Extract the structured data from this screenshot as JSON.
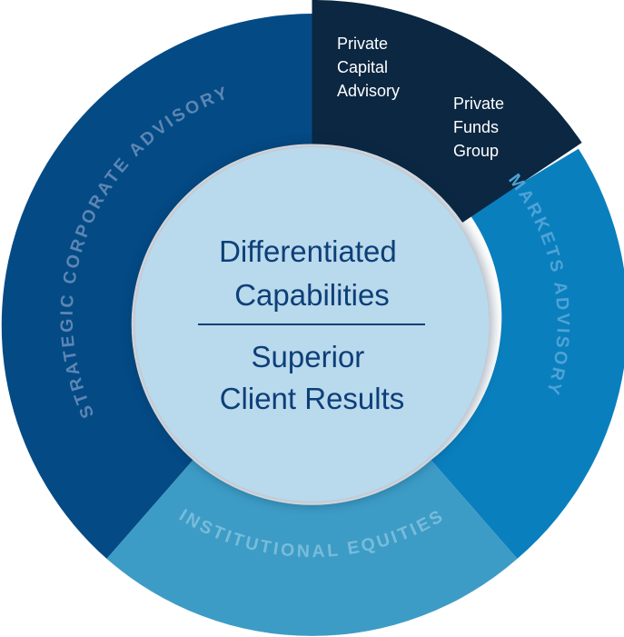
{
  "diagram": {
    "segments": [
      {
        "id": "strategic",
        "label": "STRATEGIC CORPORATE ADVISORY",
        "color": "#044a85",
        "label_color": "#5c86b3"
      },
      {
        "id": "markets",
        "label": "MARKETS ADVISORY",
        "color": "#0a7fbe",
        "label_color": "#4ea3d6"
      },
      {
        "id": "institutional",
        "label": "INSTITUTIONAL EQUITIES",
        "color": "#3d9cc6",
        "label_color": "#78bcdb"
      },
      {
        "id": "private",
        "color": "#0b2741",
        "items": [
          {
            "lines": [
              "Private",
              "Capital",
              "Advisory"
            ]
          },
          {
            "lines": [
              "Private",
              "Funds",
              "Group"
            ]
          }
        ]
      }
    ],
    "center": {
      "fill": "#b9d9ec",
      "top_lines": [
        "Differentiated",
        "Capabilities"
      ],
      "bottom_lines": [
        "Superior",
        "Client Results"
      ],
      "text_color": "#0d3f78"
    }
  }
}
